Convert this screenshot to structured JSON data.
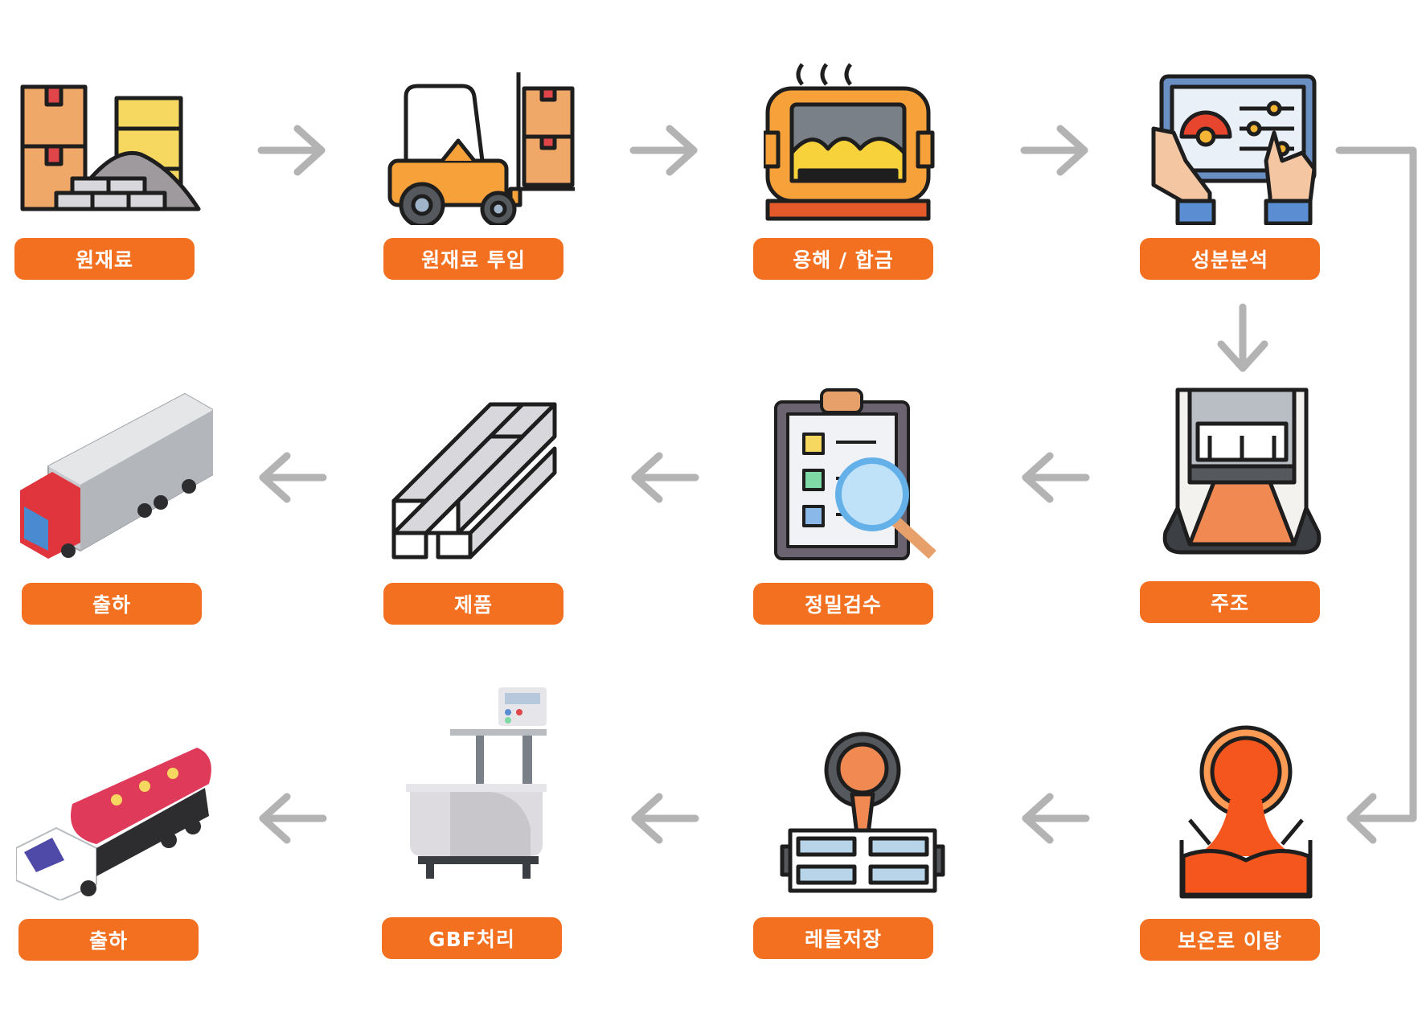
{
  "steps": [
    {
      "label": "원재료",
      "icon": "raw-materials-icon"
    },
    {
      "label": "원재료 투입",
      "icon": "forklift-icon"
    },
    {
      "label": "용해 / 합금",
      "icon": "melting-furnace-icon"
    },
    {
      "label": "성분분석",
      "icon": "tablet-analysis-icon"
    },
    {
      "label": "주조",
      "icon": "casting-machine-icon"
    },
    {
      "label": "정밀검수",
      "icon": "inspection-clipboard-icon"
    },
    {
      "label": "제품",
      "icon": "metal-bars-icon"
    },
    {
      "label": "출하",
      "icon": "container-truck-icon"
    },
    {
      "label": "보온로 이탕",
      "icon": "molten-pour-icon"
    },
    {
      "label": "레들저장",
      "icon": "ladle-storage-icon"
    },
    {
      "label": "GBF처리",
      "icon": "gbf-treatment-icon"
    },
    {
      "label": "출하",
      "icon": "tanker-truck-icon"
    }
  ],
  "colors": {
    "label_bg": "#f37021",
    "label_text": "#ffffff",
    "arrow": "#b3b3b3",
    "outline": "#1e1e1e"
  }
}
